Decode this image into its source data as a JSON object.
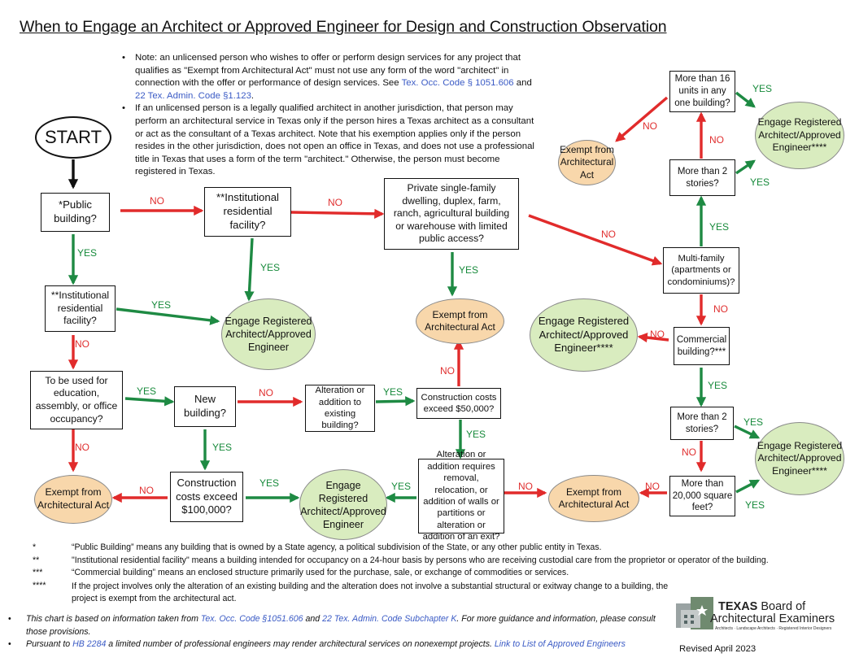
{
  "title": "When to Engage an Architect or Approved Engineer for Design and Construction Observation",
  "notes": [
    {
      "text_a": "Note: an unlicensed person who wishes to offer or perform design services for any project that qualifies as \"Exempt from Architectural Act\" must not use any form of the word \"architect\" in connection with the offer or performance of design services. See ",
      "link1": "Tex. Occ. Code § 1051.606",
      "text_b": " and ",
      "link2": "22 Tex. Admin. Code §1.123",
      "text_c": "."
    },
    {
      "text": "If an unlicensed person is a legally qualified architect in another jurisdiction, that person may perform an architectural service in Texas only if the person hires a Texas architect as a consultant or act as the consultant of a Texas architect. Note that his exemption applies only if the person resides in the other jurisdiction, does not open an office in Texas, and does not use a professional title in Texas that uses a form of the term \"architect.\" Otherwise, the person must become registered in Texas."
    }
  ],
  "nodes": {
    "start": "START",
    "public_building": "*Public building?",
    "institutional_top": "**Institutional residential facility?",
    "private_dwelling": "Private single-family dwelling, duplex, farm, ranch, agricultural building or warehouse with limited public access?",
    "more_than_16": "More than 16 units in any one building?",
    "exempt_top_right": "Exempt from Architectural Act",
    "engage_top_right": "Engage Registered Architect/Approved Engineer****",
    "more_than_2_top": "More than 2 stories?",
    "multifamily": "Multi-family (apartments or condominiums)?",
    "institutional_left": "**Institutional residential facility?",
    "engage_mid_left": "Engage Registered Architect/Approved Engineer",
    "exempt_center": "Exempt from Architectural Act",
    "engage_mid_right": "Engage Registered Architect/Approved Engineer****",
    "commercial": "Commercial building?***",
    "education": "To be used for education, assembly, or office occupancy?",
    "new_building": "New building?",
    "alteration_existing": "Alteration or addition to existing building?",
    "costs_50k": "Construction costs exceed $50,000?",
    "more_than_2_bottom": "More than 2 stories?",
    "engage_bottom_right": "Engage Registered Architect/Approved Engineer****",
    "exempt_bottom_left": "Exempt from Architectural Act",
    "costs_100k": "Construction costs exceed $100,000?",
    "engage_bottom_center": "Engage Registered Architect/Approved Engineer",
    "alteration_requires": "Alteration or addition requires removal, relocation, or addition of walls or partitions or alteration or addition of an exit?",
    "exempt_bottom_right": "Exempt from Architectural Act",
    "more_than_20000": "More than 20,000 square feet?"
  },
  "labels": {
    "yes": "YES",
    "no": "NO"
  },
  "footnotes": [
    {
      "mark": "*",
      "text": "“Public Building” means any building that is owned by a State agency, a political subdivision of the State, or any other public entity in Texas."
    },
    {
      "mark": "**",
      "text": "\"Institutional residential facility\" means a building intended for occupancy on a 24-hour basis by persons who are receiving custodial care from the proprietor or operator of the building."
    },
    {
      "mark": "***",
      "text": "“Commercial building” means an enclosed structure primarily used for the purchase, sale, or exchange of commodities or services."
    },
    {
      "mark": "****",
      "text": "If the project involves only the alteration of an existing building and the alteration does not involve a substantial structural or exitway change to a building, the project is exempt from the architectural act."
    }
  ],
  "footer": {
    "line1_a": "This chart is based on information taken from ",
    "line1_link1": "Tex. Occ. Code §1051.606",
    "line1_b": " and ",
    "line1_link2": "22 Tex. Admin. Code Subchapter K",
    "line1_c": ". For more guidance and  information, please consult those provisions.",
    "line2_a": "Pursuant to ",
    "line2_link1": "HB 2284",
    "line2_b": " a limited number of professional engineers may render architectural services on nonexempt projects. ",
    "line2_link2": "Link to List of Approved Engineers"
  },
  "logo": {
    "title_bold": "TEXAS",
    "title_rest": " Board of",
    "line2": "Architectural Examiners",
    "tagline": "Architects · Landscape Architects · Registered Interior Designers"
  },
  "revised": "Revised April 2023",
  "colors": {
    "yes_arrow": "#1e8a43",
    "no_arrow": "#e12b2b",
    "exempt_fill": "#f8d7ab",
    "engage_fill": "#d9ecbf",
    "link": "#3b5bc5"
  }
}
